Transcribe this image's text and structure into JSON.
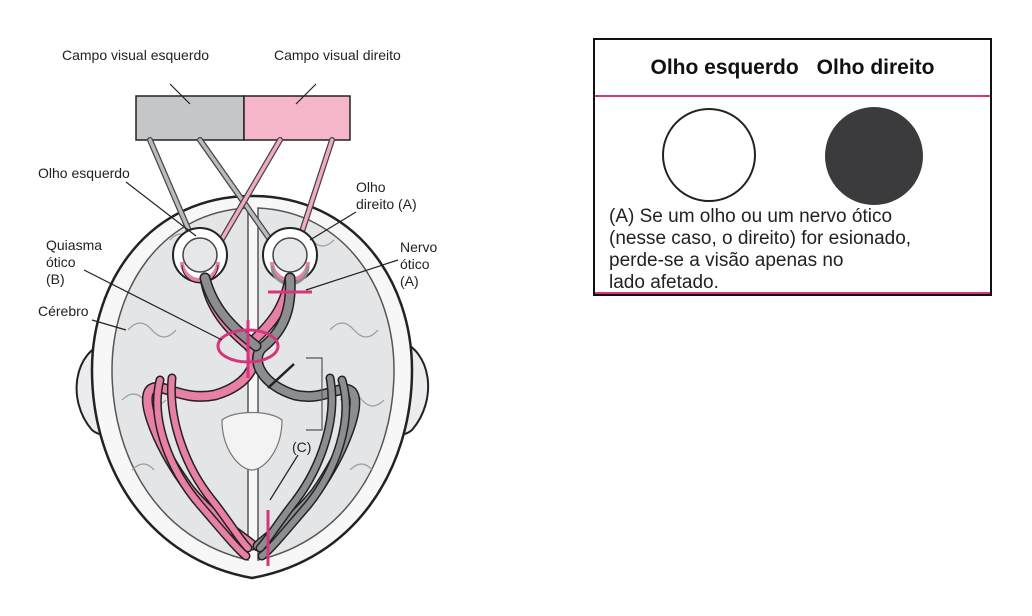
{
  "diagram": {
    "labels": {
      "left_field": "Campo visual esquerdo",
      "right_field": "Campo visual direito",
      "left_eye": "Olho esquerdo",
      "right_eye_1": "Olho",
      "right_eye_2": "direito (A)",
      "chiasm_1": "Quiasma",
      "chiasm_2": "ótico",
      "chiasm_3": "(B)",
      "nerve_1": "Nervo",
      "nerve_2": "ótico",
      "nerve_3": "(A)",
      "brain": "Cérebro",
      "c_label": "(C)"
    },
    "colors": {
      "left_field": "#c5c6c8",
      "right_field": "#f6b6c9",
      "brain": "#e4e5e7",
      "pink_path": "#e87fa4",
      "gray_path": "#8c8d90",
      "lesion": "#d6357d"
    }
  },
  "panel": {
    "left_eye_label": "Olho esquerdo",
    "right_eye_label": "Olho direito",
    "left_eye_state": "visão normal",
    "right_eye_state": "sem visão",
    "text_lines": [
      "(A) Se um olho ou um nervo ótico",
      "(nesse caso, o direito) for esionado,",
      "perde-se a visão apenas no",
      "lado afetado."
    ],
    "colors": {
      "accent": "#d6357d",
      "dark_eye": "#3b3b3d"
    }
  }
}
